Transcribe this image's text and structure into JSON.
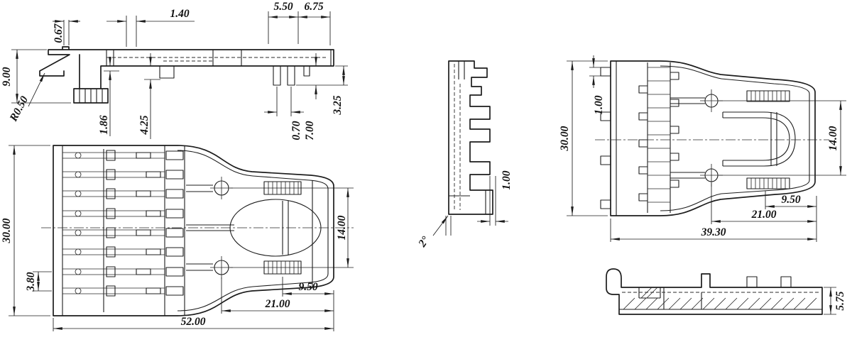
{
  "style": {
    "line_color": "#1c1c1c",
    "background": "#ffffff"
  },
  "views": {
    "side_left": {
      "dims": {
        "h067": "0.67",
        "w140": "1.40",
        "w550": "5.50",
        "w675": "6.75",
        "h900": "9.00",
        "r050": "R0.50",
        "h186": "1.86",
        "h425": "4.25",
        "h070": "0.70",
        "h700": "7.00",
        "h325": "3.25"
      }
    },
    "plan_left": {
      "dims": {
        "h3000": "30.00",
        "p380": "3.80",
        "h1400": "14.00",
        "w950": "9.50",
        "w2100": "21.00",
        "w5200": "52.00"
      }
    },
    "end_center": {
      "dims": {
        "w100": "1.00",
        "a200": "2°"
      }
    },
    "plan_right": {
      "dims": {
        "h3000": "30.00",
        "h100": "1.00",
        "h1400": "14.00",
        "w950": "9.50",
        "w2100": "21.00",
        "w3930": "39.30"
      }
    },
    "side_right": {
      "dims": {
        "h575": "5.75"
      }
    }
  }
}
